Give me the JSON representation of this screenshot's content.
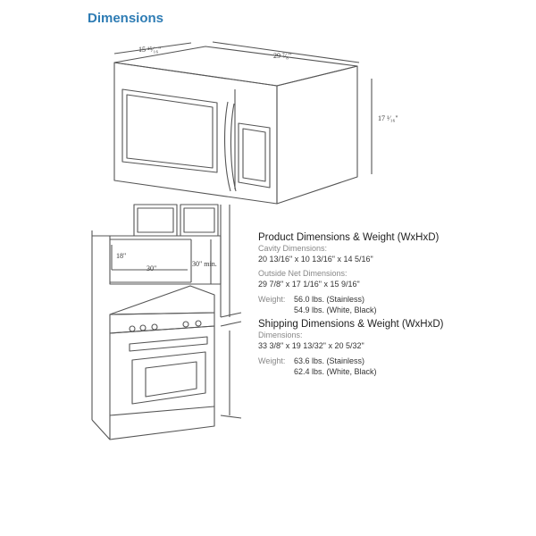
{
  "title": "Dimensions",
  "microwave_dims": {
    "depth": "15 ¹⁵⁄₁₆\"",
    "width": "29 ⁷⁄₈\"",
    "height": "17 ¹⁄₁₆\""
  },
  "install_dims": {
    "clearance_height": "18\"",
    "cabinet_width": "30\"",
    "min_to_range": "30\" min."
  },
  "product": {
    "heading": "Product Dimensions & Weight (WxHxD)",
    "cavity_label": "Cavity Dimensions:",
    "cavity_value": "20 13/16\" x 10 13/16\" x 14 5/16\"",
    "outside_label": "Outside Net Dimensions:",
    "outside_value": "29 7/8\" x 17 1/16\" x 15 9/16\"",
    "weight_label": "Weight:",
    "weight_1": "56.0 lbs. (Stainless)",
    "weight_2": "54.9 lbs. (White, Black)"
  },
  "shipping": {
    "heading": "Shipping Dimensions & Weight (WxHxD)",
    "dims_label": "Dimensions:",
    "dims_value": "33 3/8\" x 19 13/32\" x 20 5/32\"",
    "weight_label": "Weight:",
    "weight_1": "63.6 lbs. (Stainless)",
    "weight_2": "62.4 lbs. (White, Black)"
  },
  "colors": {
    "title": "#2e7cb4",
    "line": "#555555"
  }
}
